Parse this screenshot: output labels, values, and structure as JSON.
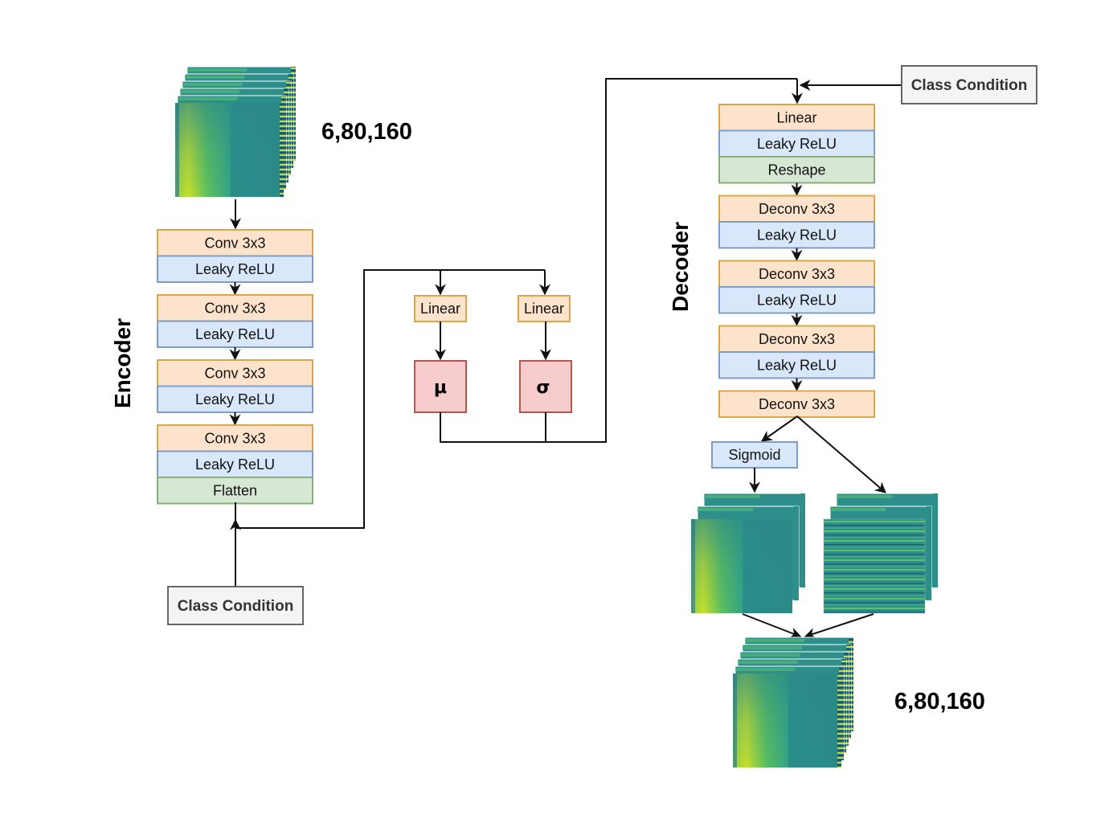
{
  "diagram": {
    "type": "Conditional VAE architecture",
    "encoder": {
      "title": "Encoder",
      "input_shape_label": "6,80,160",
      "blocks": [
        {
          "label": "Conv 3x3",
          "kind": "conv"
        },
        {
          "label": "Leaky ReLU",
          "kind": "activation"
        },
        {
          "label": "Conv 3x3",
          "kind": "conv"
        },
        {
          "label": "Leaky ReLU",
          "kind": "activation"
        },
        {
          "label": "Conv 3x3",
          "kind": "conv"
        },
        {
          "label": "Leaky ReLU",
          "kind": "activation"
        },
        {
          "label": "Conv 3x3",
          "kind": "conv"
        },
        {
          "label": "Leaky ReLU",
          "kind": "activation"
        },
        {
          "label": "Flatten",
          "kind": "reshape"
        }
      ],
      "condition_label": "Class Condition"
    },
    "latent": {
      "linear_mu_label": "Linear",
      "linear_sigma_label": "Linear",
      "mu_label": "μ",
      "sigma_label": "σ"
    },
    "decoder": {
      "title": "Decoder",
      "condition_label": "Class Condition",
      "blocks": [
        {
          "label": "Linear",
          "kind": "conv"
        },
        {
          "label": "Leaky ReLU",
          "kind": "activation"
        },
        {
          "label": "Reshape",
          "kind": "reshape"
        },
        {
          "label": "Deconv 3x3",
          "kind": "conv"
        },
        {
          "label": "Leaky ReLU",
          "kind": "activation"
        },
        {
          "label": "Deconv 3x3",
          "kind": "conv"
        },
        {
          "label": "Leaky ReLU",
          "kind": "activation"
        },
        {
          "label": "Deconv 3x3",
          "kind": "conv"
        },
        {
          "label": "Leaky ReLU",
          "kind": "activation"
        },
        {
          "label": "Deconv 3x3",
          "kind": "conv"
        }
      ],
      "sigmoid_label": "Sigmoid",
      "output_shape_label": "6,80,160"
    },
    "colors": {
      "conv_fill": "#fde3cc",
      "conv_stroke": "#d9a74a",
      "activation_fill": "#d9e7fb",
      "activation_stroke": "#7f9cc6",
      "reshape_fill": "#d6e8d3",
      "reshape_stroke": "#86b07a",
      "latent_fill": "#f7cccc",
      "latent_stroke": "#b85450",
      "condition_fill": "#f4f4f4",
      "condition_stroke": "#666666",
      "spectrogram_base": "#2f9a8a",
      "spectrogram_highlight": "#c8e020"
    }
  }
}
